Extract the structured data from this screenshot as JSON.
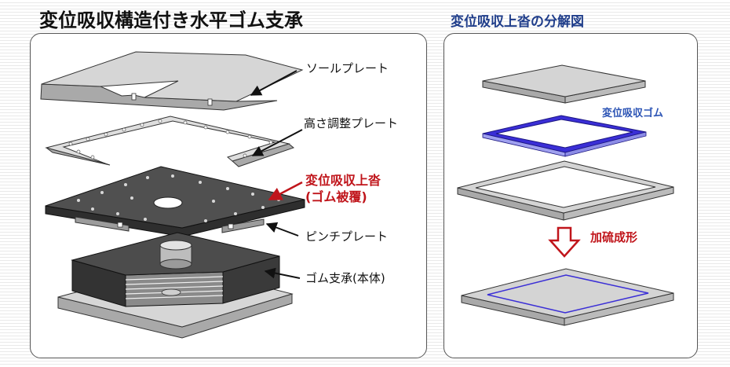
{
  "titles": {
    "main": "変位吸収構造付き水平ゴム支承",
    "exploded": "変位吸収上沓の分解図"
  },
  "labels_left": {
    "sole_plate": "ソールプレート",
    "height_adjust_plate": "高さ調整プレート",
    "upper_shoe_line1": "変位吸収上沓",
    "upper_shoe_line2": "(ゴム被覆)",
    "pinch_plate": "ピンチプレート",
    "rubber_bearing": "ゴム支承(本体)"
  },
  "labels_right": {
    "absorb_rubber": "変位吸収ゴム",
    "vulcanize": "加硫成形"
  },
  "colors": {
    "plate_top": "#d4d4d4",
    "plate_side": "#a9a9a9",
    "dark_top": "#4a4a4a",
    "dark_side": "#2d2d2d",
    "rubber_blue": "#3a2ed6",
    "label_red": "#c0151b",
    "label_blue": "#2c54b5"
  },
  "icons": [
    "down-arrow-icon",
    "pointer-arrow-icon"
  ]
}
